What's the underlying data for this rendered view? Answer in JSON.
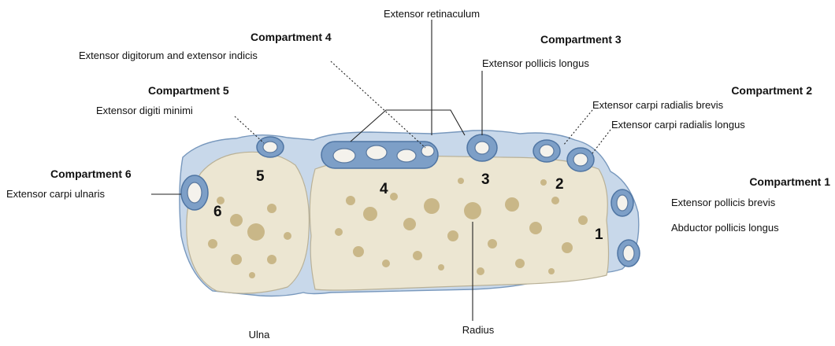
{
  "title": "Extensor retinaculum",
  "compartments": [
    {
      "heading": "Compartment 1",
      "tendons": [
        "Extensor pollicis brevis",
        "Abductor pollicis longus"
      ]
    },
    {
      "heading": "Compartment 2",
      "tendons": [
        "Extensor carpi radialis brevis",
        "Extensor carpi radialis longus"
      ]
    },
    {
      "heading": "Compartment 3",
      "tendons": [
        "Extensor pollicis longus"
      ]
    },
    {
      "heading": "Compartment 4",
      "tendons": [
        "Extensor digitorum and extensor indicis"
      ]
    },
    {
      "heading": "Compartment 5",
      "tendons": [
        "Extensor digiti minimi"
      ]
    },
    {
      "heading": "Compartment 6",
      "tendons": [
        "Extensor carpi ulnaris"
      ]
    }
  ],
  "bone_labels": {
    "radius": "Radius",
    "ulna": "Ulna"
  },
  "compartment_numbers": [
    "1",
    "2",
    "3",
    "4",
    "5",
    "6"
  ],
  "colors": {
    "bone": "#ece6d2",
    "sheath": "#7d9fc7",
    "retinaculum": "#c8d8ea",
    "pore": "#c9b788"
  }
}
